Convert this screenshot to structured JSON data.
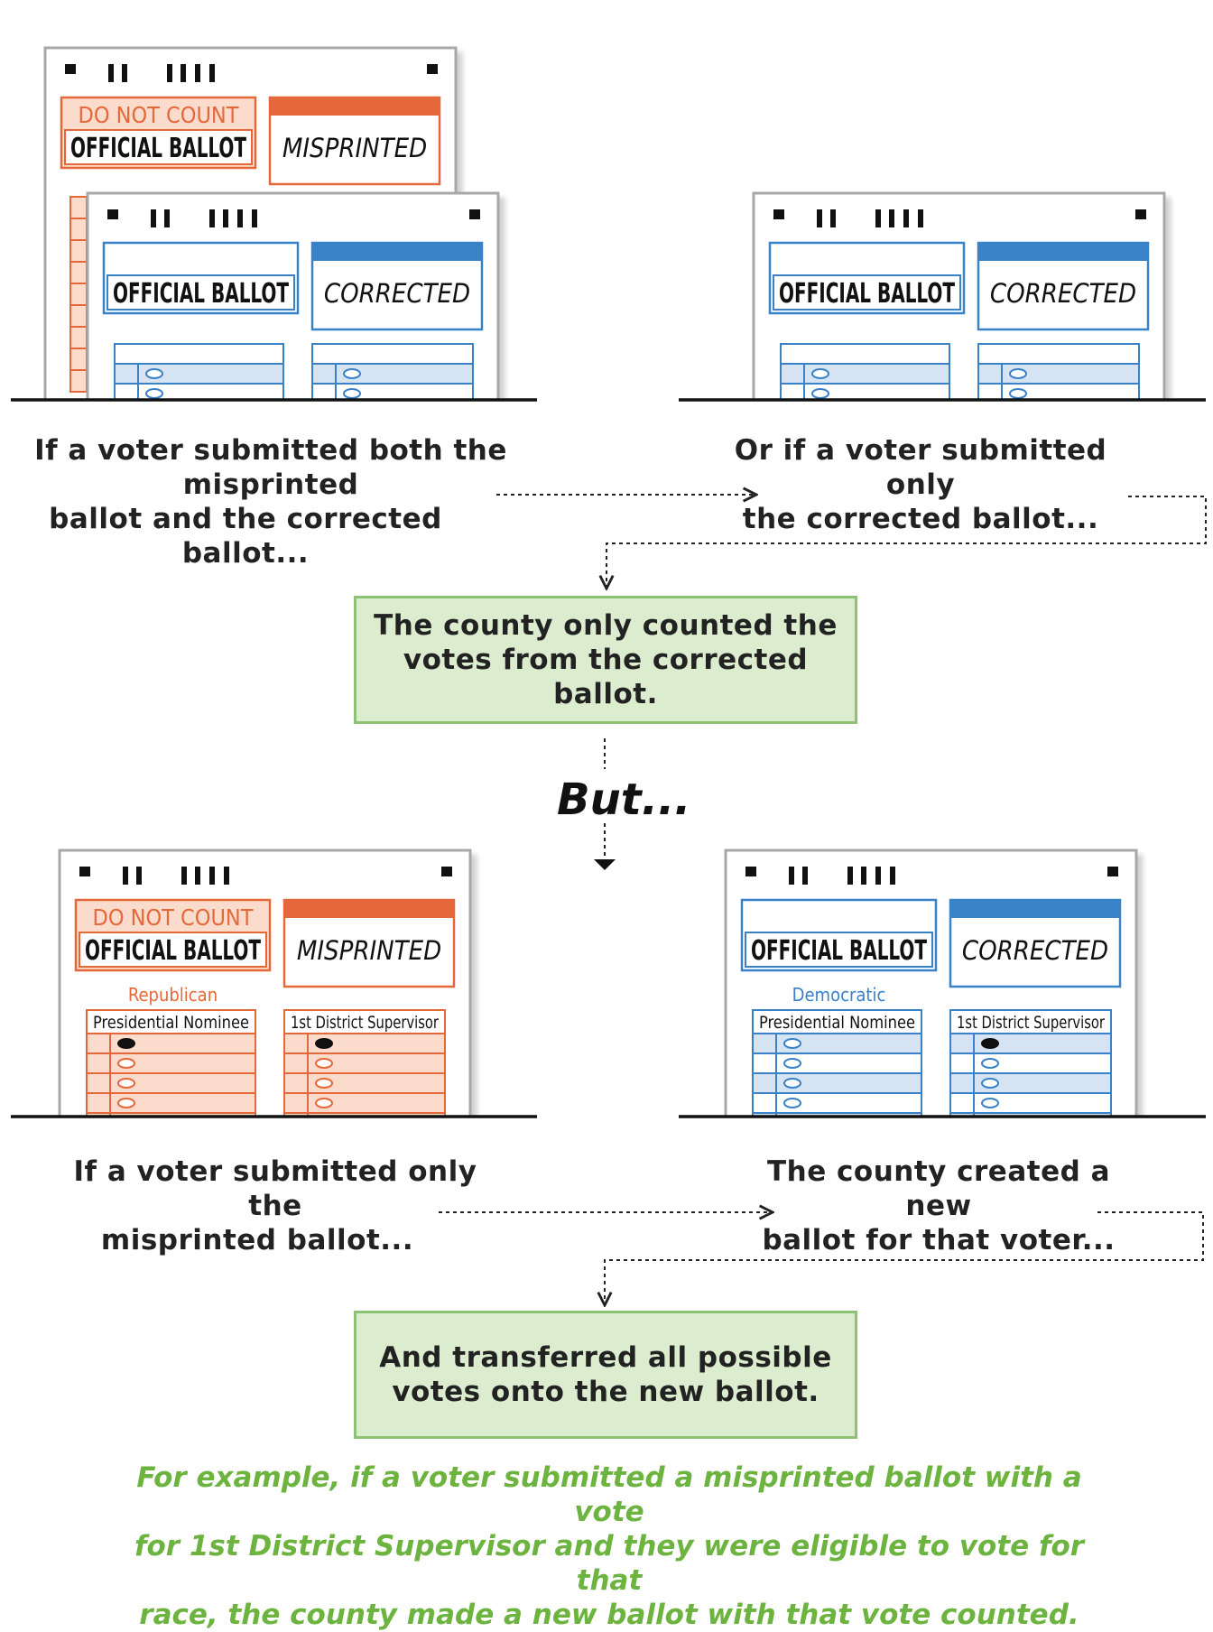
{
  "labels": {
    "do_not_count": "DO NOT COUNT",
    "official_ballot": "OFFICIAL BALLOT",
    "misprinted": "MISPRINTED",
    "corrected": "CORRECTED",
    "republican": "Republican",
    "democratic": "Democratic",
    "presidential_nominee": "Presidential Nominee",
    "district_supervisor": "1st District Supervisor"
  },
  "captions": {
    "both": [
      "If a voter submitted both the misprinted",
      "ballot and the corrected ballot..."
    ],
    "only_corrected": [
      "Or if a voter submitted only",
      "the corrected ballot..."
    ],
    "only_misprinted": [
      "If a voter submitted only the",
      "misprinted ballot..."
    ],
    "new_ballot": [
      "The county created a new",
      "ballot for that voter..."
    ]
  },
  "boxes": {
    "counted": [
      "The county only counted the",
      "votes from the corrected ballot."
    ],
    "transferred": [
      "And transferred all possible",
      "votes onto the new ballot."
    ]
  },
  "but": "But...",
  "example": [
    "For example, if a voter submitted a misprinted ballot with a vote",
    "for 1st District Supervisor and they were eligible to vote for that",
    "race, the county made a new ballot with that vote counted."
  ],
  "colors": {
    "misprinted": "#e5683a",
    "misprinted_fill": "#fbdccc",
    "corrected": "#3a82c8",
    "corrected_fill": "#d6e3f3",
    "green_box": "#dcedcf",
    "green_border": "#8cc372",
    "note_text": "#6db33f"
  }
}
